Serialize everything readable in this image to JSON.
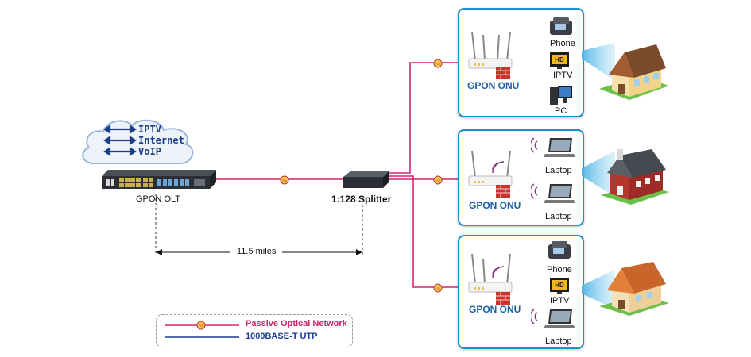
{
  "services": [
    "IPTV",
    "Internet",
    "VoIP"
  ],
  "olt": {
    "label": "GPON OLT"
  },
  "splitter": {
    "label": "1:128 Splitter"
  },
  "distance": {
    "label": "11.5 miles"
  },
  "onu": {
    "label": "GPON ONU"
  },
  "panels": [
    {
      "devices": [
        "Phone",
        "IPTV",
        "PC"
      ]
    },
    {
      "devices": [
        "Laptop",
        "Laptop"
      ]
    },
    {
      "devices": [
        "Phone",
        "IPTV",
        "Laptop"
      ]
    }
  ],
  "fdi_badge": "FDI",
  "tv_badge": "HD",
  "legend": {
    "pon": "Passive Optical Network",
    "utp": "1000BASE-T UTP"
  },
  "colors": {
    "fiber": "#d6236e",
    "utp": "#1d3c92",
    "panel_border": "#1b8fc9",
    "onu_label": "#1d5fa8"
  }
}
